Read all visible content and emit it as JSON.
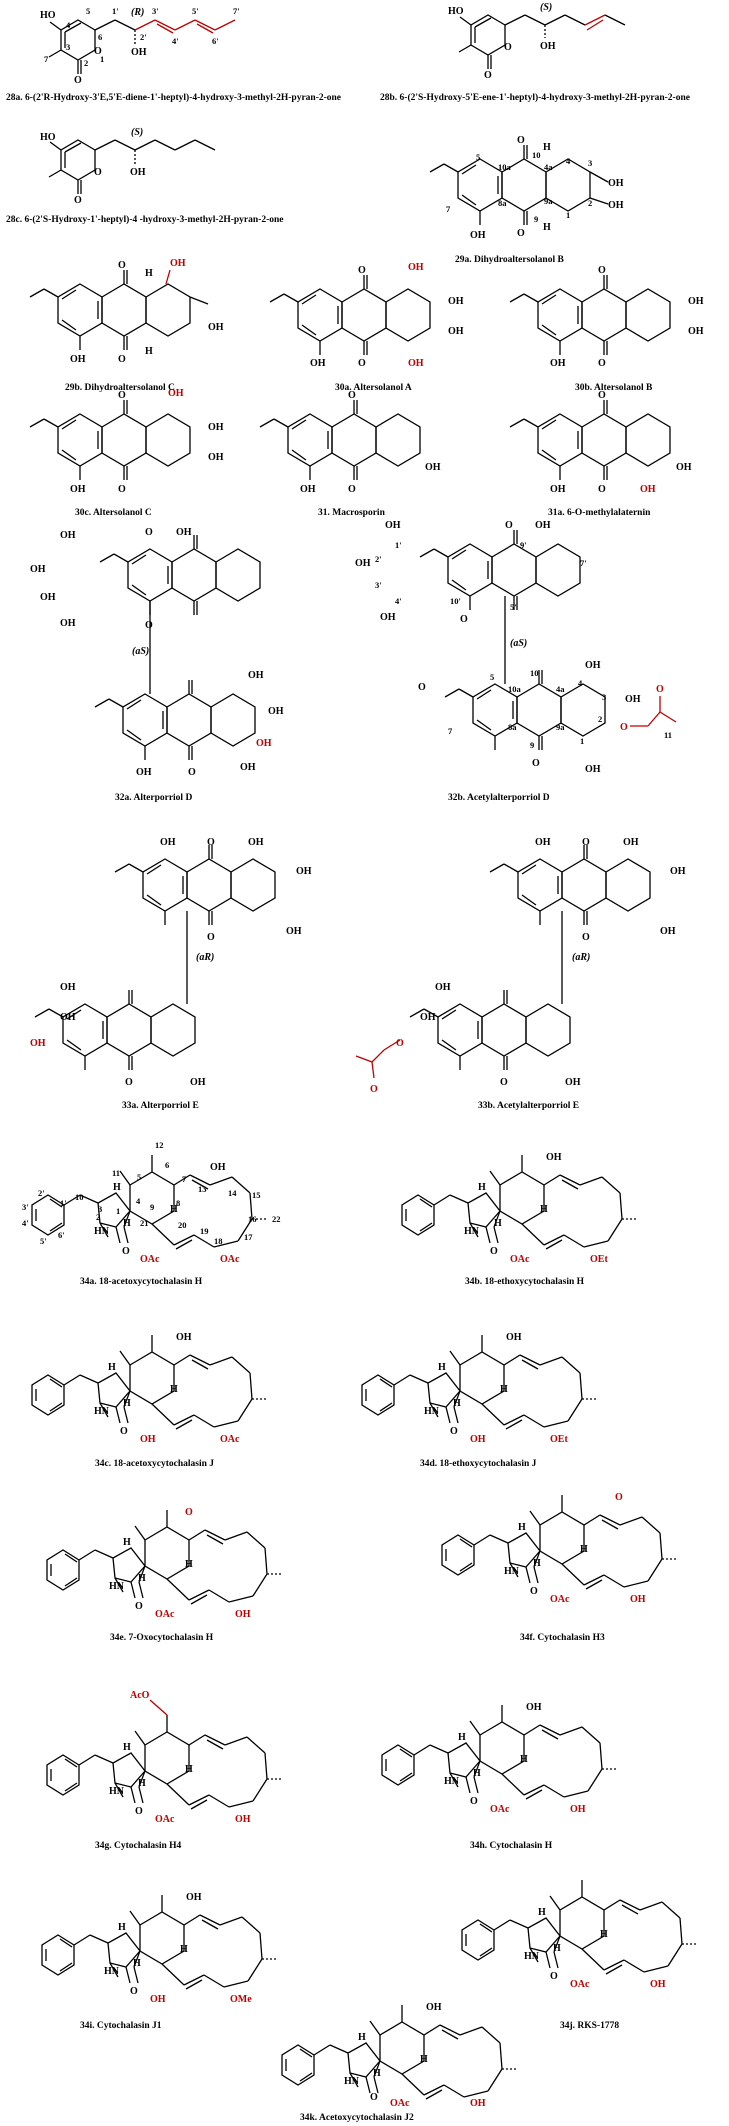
{
  "compounds": [
    {
      "id": "28a",
      "caption": "28a. 6-(2'R-Hydroxy-3'E,5'E-diene-1'-heptyl)-4-hydroxy-3-methyl-2H-pyran-2-one",
      "atoms": [
        "HO",
        "O",
        "O",
        "OH"
      ],
      "stereo": "(R)",
      "numbers": [
        "4",
        "5",
        "3",
        "6",
        "7",
        "2",
        "1",
        "1'",
        "2'",
        "3'",
        "4'",
        "5'",
        "6'",
        "7'"
      ]
    },
    {
      "id": "28b",
      "caption": "28b. 6-(2'S-Hydroxy-5'E-ene-1'-heptyl)-4-hydroxy-3-methyl-2H-pyran-2-one",
      "atoms": [
        "HO",
        "O",
        "O",
        "OH"
      ],
      "stereo": "(S)"
    },
    {
      "id": "28c",
      "caption": "28c. 6-(2'S-Hydroxy-1'-heptyl)-4 -hydroxy-3-methyl-2H-pyran-2-one",
      "atoms": [
        "HO",
        "O",
        "O",
        "OH"
      ],
      "stereo": "(S)"
    },
    {
      "id": "29a",
      "caption": "29a. Dihydroaltersolanol B",
      "atoms": [
        "O",
        "O",
        "OH",
        "OH",
        "OH",
        "H",
        "H"
      ],
      "numbers": [
        "5",
        "10a",
        "4a",
        "4",
        "3",
        "7",
        "8a",
        "9a",
        "2",
        "10",
        "9",
        "1"
      ]
    },
    {
      "id": "29b",
      "caption": "29b. Dihydroaltersolanol C",
      "atoms": [
        "O",
        "O",
        "OH",
        "OH",
        "OH",
        "H",
        "H"
      ]
    },
    {
      "id": "30a",
      "caption": "30a. Altersolanol A",
      "atoms": [
        "O",
        "O",
        "OH",
        "OH",
        "OH",
        "OH",
        "OH"
      ]
    },
    {
      "id": "30b",
      "caption": "30b. Altersolanol B",
      "atoms": [
        "O",
        "O",
        "OH",
        "OH",
        "OH"
      ]
    },
    {
      "id": "30c",
      "caption": "30c. Altersolanol C",
      "atoms": [
        "O",
        "O",
        "OH",
        "OH",
        "OH",
        "OH"
      ]
    },
    {
      "id": "31",
      "caption": "31. Macrosporin",
      "atoms": [
        "O",
        "O",
        "OH",
        "OH"
      ]
    },
    {
      "id": "31a",
      "caption": "31a. 6-O-methylalaternin",
      "atoms": [
        "O",
        "O",
        "OH",
        "OH",
        "OH"
      ]
    },
    {
      "id": "32a",
      "caption": "32a. Alterporriol D",
      "atoms": [
        "OH",
        "O",
        "OH",
        "OH",
        "OH",
        "OH",
        "O",
        "(aS)",
        "OH",
        "OH",
        "OH",
        "OH",
        "O",
        "OH"
      ]
    },
    {
      "id": "32b",
      "caption": "32b. Acetylalterporriol D",
      "atoms": [
        "OH",
        "O",
        "OH",
        "OH",
        "OH",
        "O",
        "(aS)",
        "O",
        "OH",
        "OH",
        "O",
        "OH",
        "O",
        "O"
      ],
      "numbers": [
        "1'",
        "9'",
        "2'",
        "3'",
        "4'",
        "10'",
        "5'",
        "7'",
        "5",
        "10a",
        "10",
        "4a",
        "4",
        "3",
        "2",
        "11",
        "7",
        "8a",
        "9",
        "9a",
        "1"
      ]
    },
    {
      "id": "33a",
      "caption": "33a. Alterporriol E",
      "atoms": [
        "OH",
        "O",
        "OH",
        "OH",
        "OH",
        "O",
        "(aR)",
        "OH",
        "OH",
        "OH",
        "O",
        "OH"
      ]
    },
    {
      "id": "33b",
      "caption": "33b. Acetylalterporriol E",
      "atoms": [
        "OH",
        "O",
        "OH",
        "OH",
        "OH",
        "O",
        "(aR)",
        "OH",
        "O",
        "OH",
        "O",
        "OH",
        "O"
      ]
    },
    {
      "id": "34a",
      "caption": "34a. 18-acetoxycytochalasin H",
      "atoms": [
        "H",
        "OH",
        "H",
        "HN",
        "O",
        "OAc",
        "OAc",
        "H"
      ],
      "numbers": [
        "12",
        "11",
        "5",
        "6",
        "7",
        "2'",
        "10",
        "3",
        "4",
        "8",
        "13",
        "14",
        "15",
        "3'",
        "1'",
        "9",
        "16",
        "22",
        "4'",
        "6'",
        "21",
        "19",
        "18",
        "17",
        "5'",
        "2",
        "1",
        "20"
      ]
    },
    {
      "id": "34b",
      "caption": "34b. 18-ethoxycytochalasin H",
      "atoms": [
        "OH",
        "H",
        "H",
        "HN",
        "O",
        "OAc",
        "OEt",
        "H"
      ]
    },
    {
      "id": "34c",
      "caption": "34c. 18-acetoxycytochalasin J",
      "atoms": [
        "OH",
        "H",
        "H",
        "HN",
        "O",
        "OH",
        "OAc",
        "H"
      ]
    },
    {
      "id": "34d",
      "caption": "34d. 18-ethoxycytochalasin J",
      "atoms": [
        "OH",
        "H",
        "H",
        "HN",
        "O",
        "OH",
        "OEt",
        "H"
      ]
    },
    {
      "id": "34e",
      "caption": "34e. 7-Oxocytochalasin H",
      "atoms": [
        "O",
        "H",
        "H",
        "HN",
        "O",
        "OAc",
        "OH",
        "H"
      ]
    },
    {
      "id": "34f",
      "caption": "34f. Cytochalasin H3",
      "atoms": [
        "O",
        "H",
        "H",
        "HN",
        "O",
        "OAc",
        "OH",
        "H"
      ]
    },
    {
      "id": "34g",
      "caption": "34g. Cytochalasin H4",
      "atoms": [
        "AcO",
        "H",
        "H",
        "HN",
        "O",
        "OAc",
        "OH",
        "H"
      ]
    },
    {
      "id": "34h",
      "caption": "34h. Cytochalasin H",
      "atoms": [
        "OH",
        "H",
        "H",
        "HN",
        "O",
        "OAc",
        "OH",
        "H"
      ]
    },
    {
      "id": "34i",
      "caption": "34i. Cytochalasin J1",
      "atoms": [
        "OH",
        "H",
        "H",
        "HN",
        "O",
        "OH",
        "OMe",
        "H"
      ]
    },
    {
      "id": "34j",
      "caption": "34j. RKS-1778",
      "atoms": [
        "H",
        "H",
        "HN",
        "O",
        "OAc",
        "OH",
        "H"
      ]
    },
    {
      "id": "34k",
      "caption": "34k. Acetoxycytochalasin J2",
      "atoms": [
        "OH",
        "H",
        "H",
        "HN",
        "O",
        "OAc",
        "OH",
        "H"
      ]
    }
  ],
  "highlight_color": "#c00000"
}
